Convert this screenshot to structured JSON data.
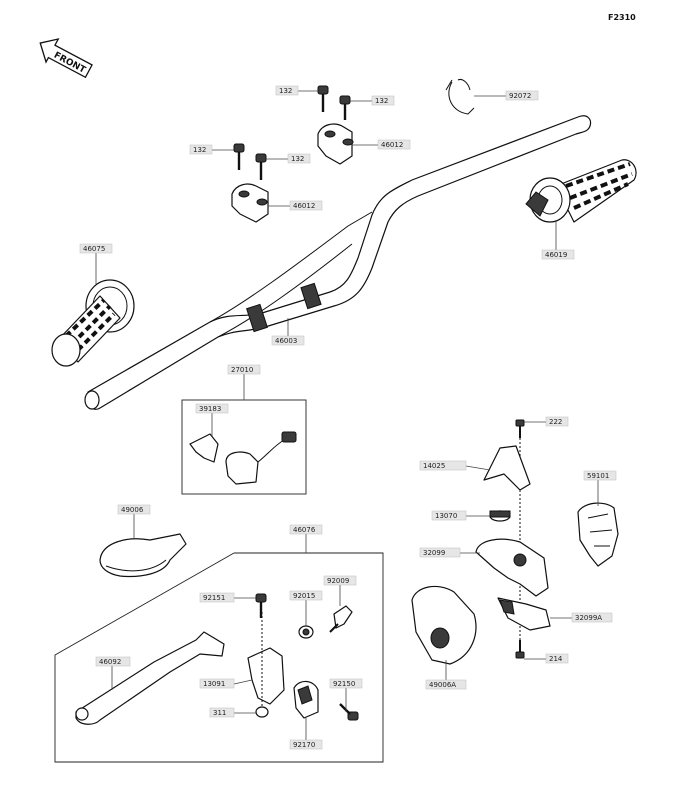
{
  "figure_code": "F2310",
  "front_arrow_label": "FRONT",
  "callouts": {
    "bolt_132_a": "132",
    "bolt_132_b": "132",
    "bolt_132_c": "132",
    "bolt_132_d": "132",
    "clamp_upper_46012_a": "46012",
    "clamp_upper_46012_b": "46012",
    "clamp_92072": "92072",
    "grip_right_46019": "46019",
    "grip_left_46075": "46075",
    "handlebar_46003": "46003",
    "switch_assy_27010": "27010",
    "holder_39183": "39183",
    "bolt_222": "222",
    "bracket_14025": "14025",
    "cover_59101": "59101",
    "nut_13070": "13070",
    "lever_holder_32099": "32099",
    "lever_holder_32099a": "32099A",
    "bolt_214": "214",
    "guard_49006a": "49006A",
    "cover_49006": "49006",
    "lever_assy_46076": "46076",
    "nut_92009": "92009",
    "bolt_92151": "92151",
    "washer_92015": "92015",
    "lever_46092": "46092",
    "holder_13091": "13091",
    "bolt_92150": "92150",
    "nut_311": "311",
    "rubber_92170": "92170"
  }
}
